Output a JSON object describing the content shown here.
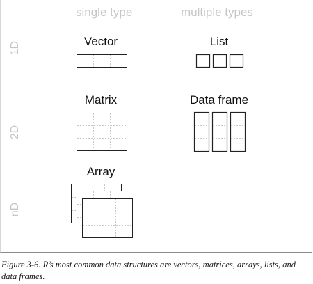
{
  "columns": {
    "single_label": "single type",
    "multiple_label": "multiple types"
  },
  "rows": {
    "d1": "1D",
    "d2": "2D",
    "dn": "nD"
  },
  "structures": {
    "vector": "Vector",
    "list": "List",
    "matrix": "Matrix",
    "data_frame": "Data frame",
    "array": "Array"
  },
  "caption": "Figure 3-6. R’s most common data structures are vectors, matrices, arrays, lists, and data frames.",
  "colors": {
    "header_gray": "#c6c6c6",
    "stroke": "#222222",
    "grid_dashed": "#c8c8c8"
  }
}
